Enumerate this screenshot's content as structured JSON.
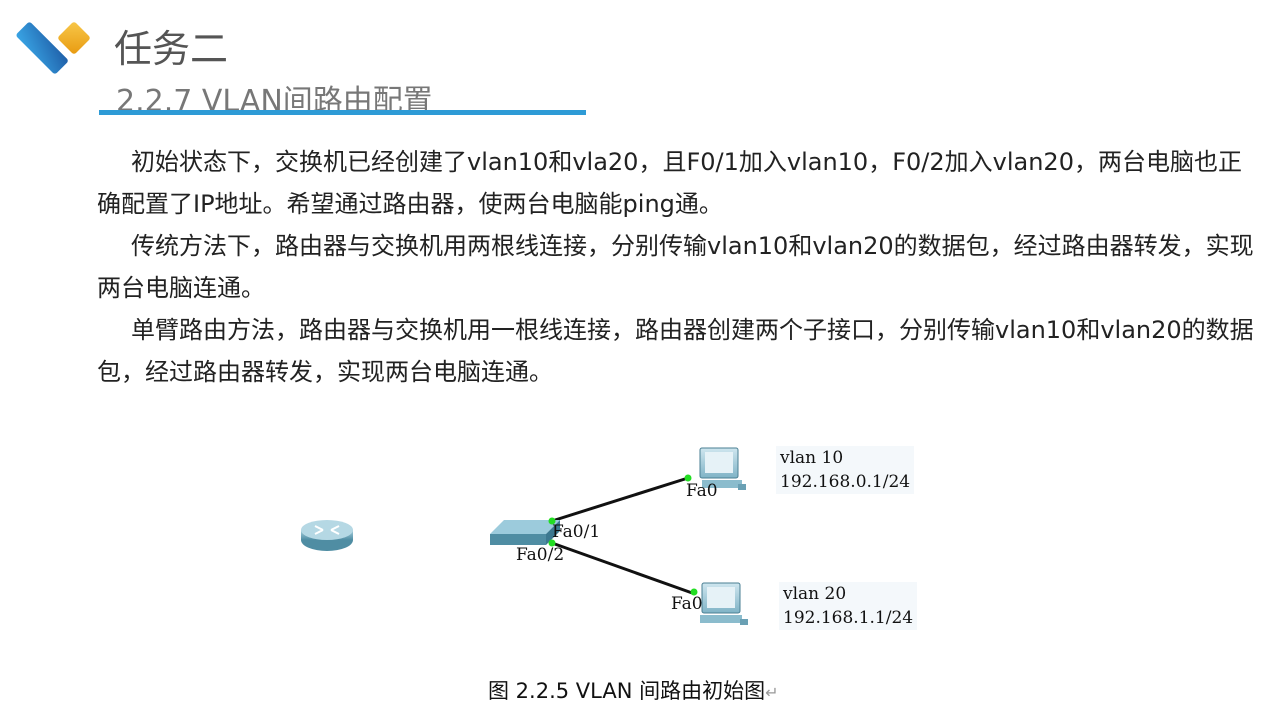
{
  "header": {
    "title": "任务二",
    "subtitle": "2.2.7 VLAN间路由配置"
  },
  "paragraphs": [
    "初始状态下，交换机已经创建了vlan10和vla20，且F0/1加入vlan10，F0/2加入vlan20，两台电脑也正确配置了IP地址。希望通过路由器，使两台电脑能ping通。",
    "传统方法下，路由器与交换机用两根线连接，分别传输vlan10和vlan20的数据包，经过路由器转发，实现两台电脑连通。",
    "单臂路由方法，路由器与交换机用一根线连接，路由器创建两个子接口，分别传输vlan10和vlan20的数据包，经过路由器转发，实现两台电脑连通。"
  ],
  "diagram": {
    "switch_port1": "Fa0/1",
    "switch_port2": "Fa0/2",
    "pc1_port": "Fa0",
    "pc2_port": "Fa0",
    "pc1_vlan": "vlan 10",
    "pc1_ip": "192.168.0.1/24",
    "pc2_vlan": "vlan 20",
    "pc2_ip": "192.168.1.1/24"
  },
  "caption": {
    "text": "图 2.2.5 VLAN 间路由初始图",
    "mark": "↵"
  },
  "colors": {
    "accent": "#2e9bd6",
    "logo_blue": "#2a8fd4",
    "logo_yellow": "#f0b020",
    "link_green": "#22dd22"
  }
}
